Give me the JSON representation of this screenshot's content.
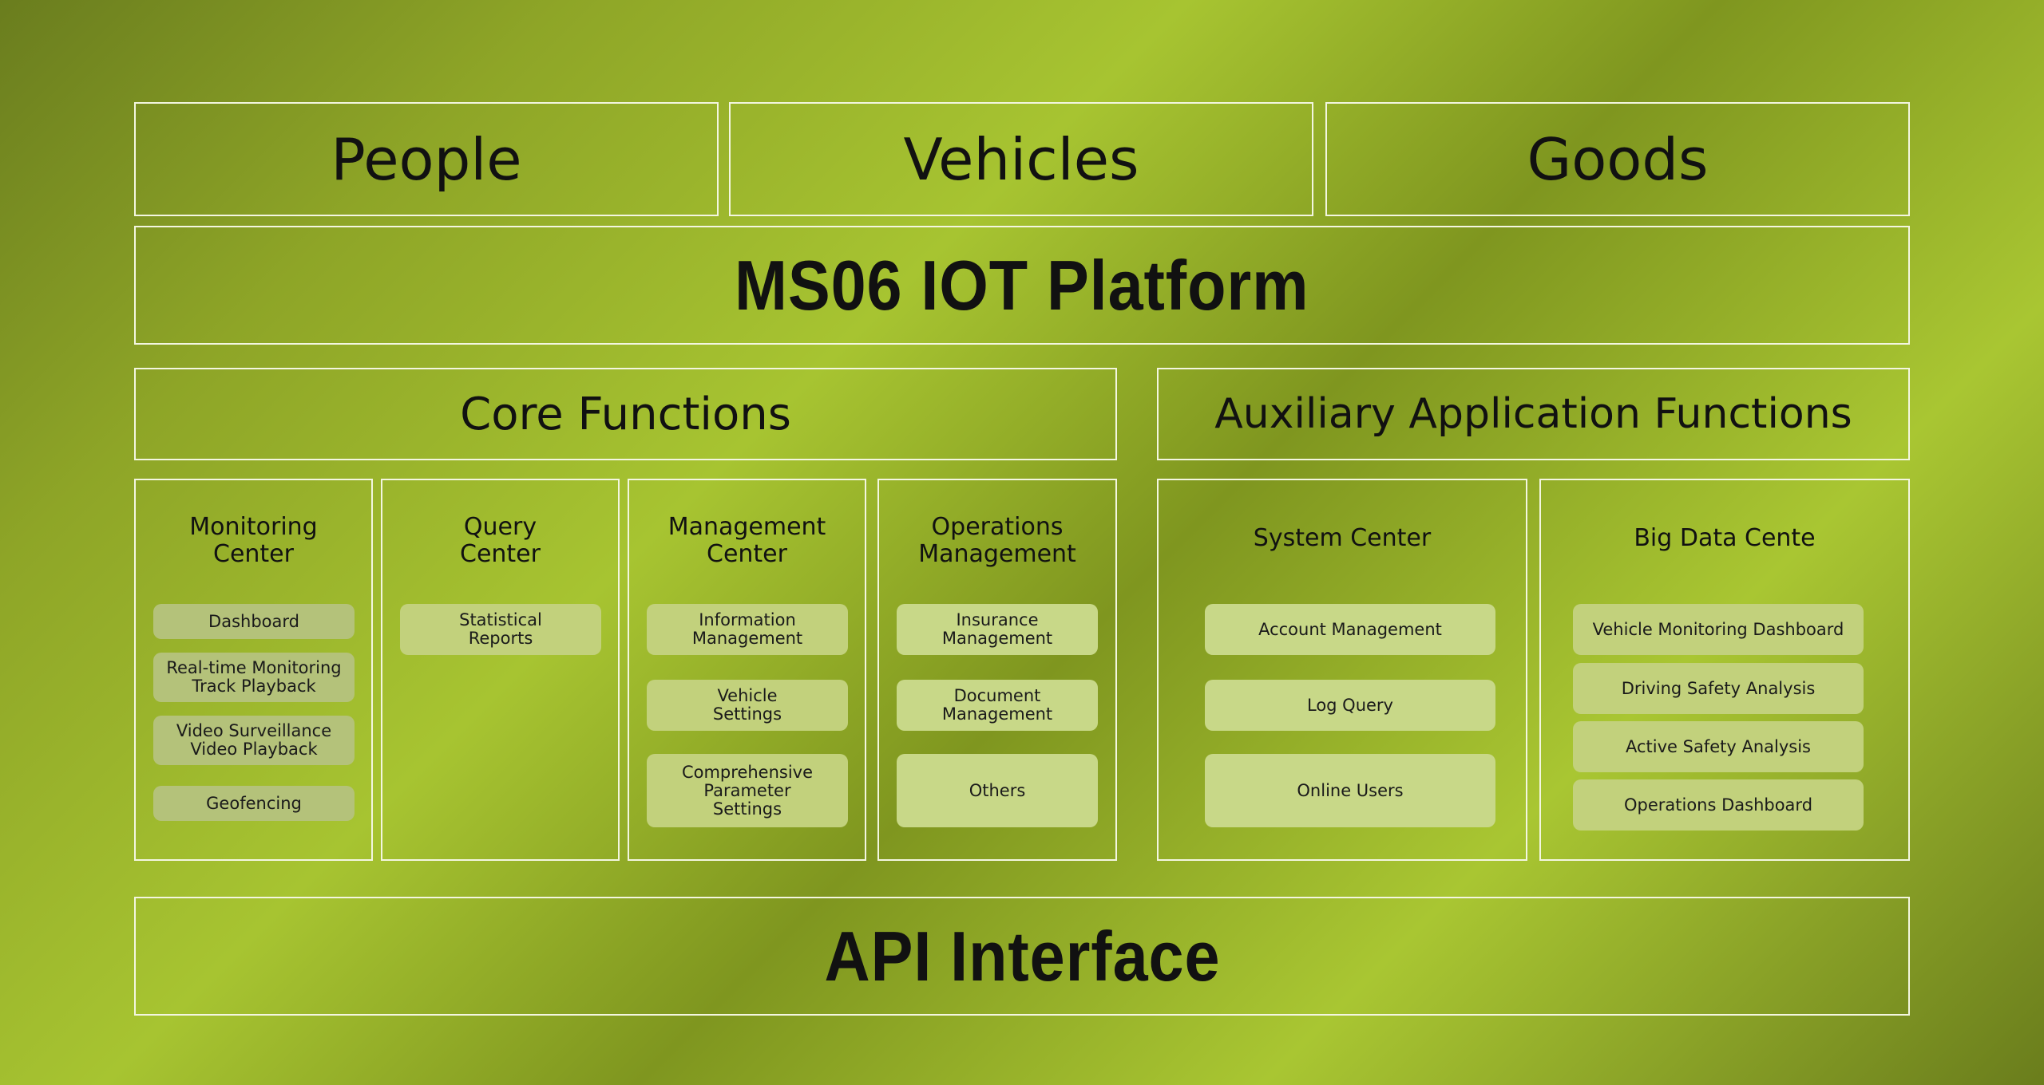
{
  "top": {
    "people": "People",
    "vehicles": "Vehicles",
    "goods": "Goods"
  },
  "platform": "MS06 IOT Platform",
  "core": {
    "title": "Core Functions",
    "columns": [
      {
        "title": "Monitoring\nCenter",
        "items": [
          "Dashboard",
          "Real-time Monitoring\nTrack Playback",
          "Video Surveillance\nVideo Playback",
          "Geofencing"
        ]
      },
      {
        "title": "Query\nCenter",
        "items": [
          "Statistical\nReports"
        ]
      },
      {
        "title": "Management\nCenter",
        "items": [
          "Information\nManagement",
          "Vehicle\nSettings",
          "Comprehensive\nParameter\nSettings"
        ]
      },
      {
        "title": "Operations\nManagement",
        "items": [
          "Insurance\nManagement",
          "Document\nManagement",
          "Others"
        ]
      }
    ]
  },
  "aux": {
    "title": "Auxiliary Application Functions",
    "columns": [
      {
        "title": "System Center",
        "items": [
          "Account Management",
          "Log Query",
          "Online Users"
        ]
      },
      {
        "title": "Big Data Cente",
        "items": [
          "Vehicle Monitoring Dashboard",
          "Driving Safety Analysis",
          "Active Safety Analysis",
          "Operations Dashboard"
        ]
      }
    ]
  },
  "api": "API Interface",
  "colors": {
    "border": "#f3f6e0",
    "pill": "#c2d17c",
    "bg_light": "#a9c632",
    "bg_dark": "#6a7d1c"
  }
}
